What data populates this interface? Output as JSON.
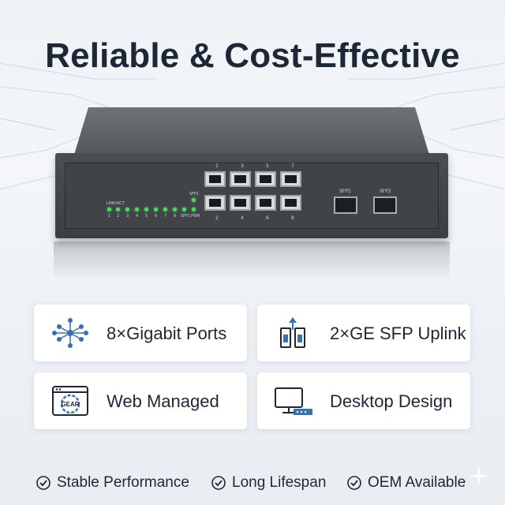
{
  "headline": "Reliable & Cost-Effective",
  "switch": {
    "led_header": "LINK/ACT",
    "led_numbers": [
      "1",
      "2",
      "3",
      "4",
      "5",
      "6",
      "7",
      "8"
    ],
    "sfp1_led": "SFP1",
    "sfp1_led_bottom": "SFP1",
    "pwr_led": "PWR",
    "top_port_numbers": [
      "1",
      "3",
      "5",
      "7"
    ],
    "bottom_port_numbers": [
      "2",
      "4",
      "6",
      "8"
    ],
    "sfp_labels": [
      "SFP1",
      "SFP2"
    ]
  },
  "features": [
    {
      "icon": "network-hub-icon",
      "label": "8×Gigabit Ports"
    },
    {
      "icon": "sfp-module-icon",
      "label": "2×GE SFP Uplink"
    },
    {
      "icon": "web-gear-icon",
      "label": "Web Managed",
      "icon_text": "GEAR"
    },
    {
      "icon": "desktop-monitor-icon",
      "label": "Desktop Design"
    }
  ],
  "bottom": [
    {
      "icon": "check-circle-icon",
      "label": "Stable Performance"
    },
    {
      "icon": "check-circle-icon",
      "label": "Long Lifespan"
    },
    {
      "icon": "check-circle-icon",
      "label": "OEM Available"
    }
  ],
  "colors": {
    "accent": "#3a6fb0",
    "led": "#44e05a",
    "text": "#1d2736"
  }
}
